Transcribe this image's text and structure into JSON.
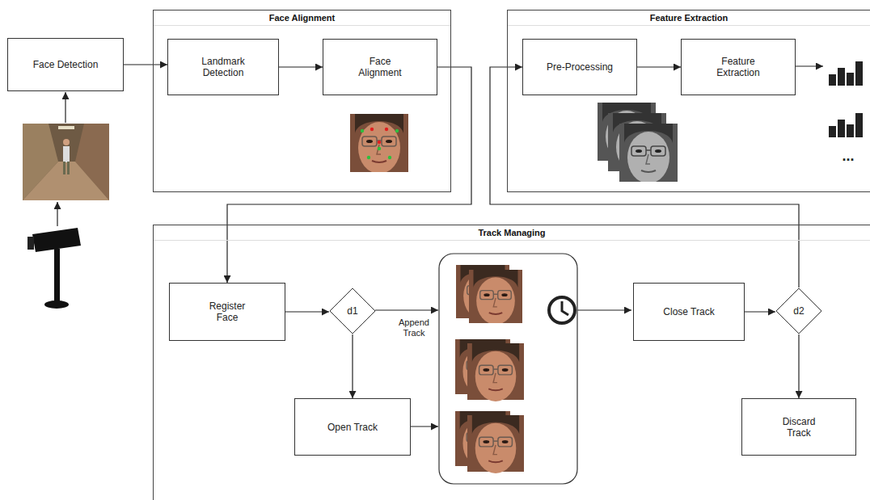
{
  "diagram": {
    "nodes": [
      {
        "text": [
          "Face Detection"
        ]
      },
      {
        "text": [
          "Face Alignment"
        ]
      },
      {
        "text": [
          "Landmark Detection"
        ],
        "in": 1
      },
      {
        "text": [
          "Face Alignment"
        ],
        "in": 1
      },
      {
        "text": [
          "Feature Extraction"
        ]
      },
      {
        "text": [
          "Pre-Processing"
        ],
        "in": 4
      },
      {
        "text": [
          "Feature Extraction"
        ],
        "in": 4
      },
      {
        "text": [
          "Track Managing"
        ]
      },
      {
        "text": [
          "Register Face"
        ],
        "in": 7
      },
      {
        "text": [
          "d1"
        ],
        "in": 7
      },
      {
        "text": [
          "Open Track"
        ],
        "in": 7
      },
      {
        "text": [
          "Close Track"
        ],
        "in": 7
      },
      {
        "text": [
          "d2"
        ],
        "in": 7
      },
      {
        "text": [
          "Discard Track"
        ],
        "in": 7
      }
    ],
    "edges": [
      {
        "from": 0,
        "to": 2,
        "arrow": "to"
      },
      {
        "from": 2,
        "to": 3,
        "arrow": "to"
      },
      {
        "from": 3,
        "to": 8,
        "arrow": "to"
      },
      {
        "from": 8,
        "to": 9,
        "arrow": "to"
      },
      {
        "from": 9,
        "to": 10,
        "arrow": "to"
      },
      {
        "from": 11,
        "to": 12,
        "arrow": "to"
      },
      {
        "from": 12,
        "to": 13,
        "arrow": "to"
      },
      {
        "from": 12,
        "to": 5,
        "arrow": "to"
      },
      {
        "from": 5,
        "to": 6,
        "arrow": "to"
      }
    ],
    "labels": [
      "Append Track",
      "..."
    ]
  }
}
